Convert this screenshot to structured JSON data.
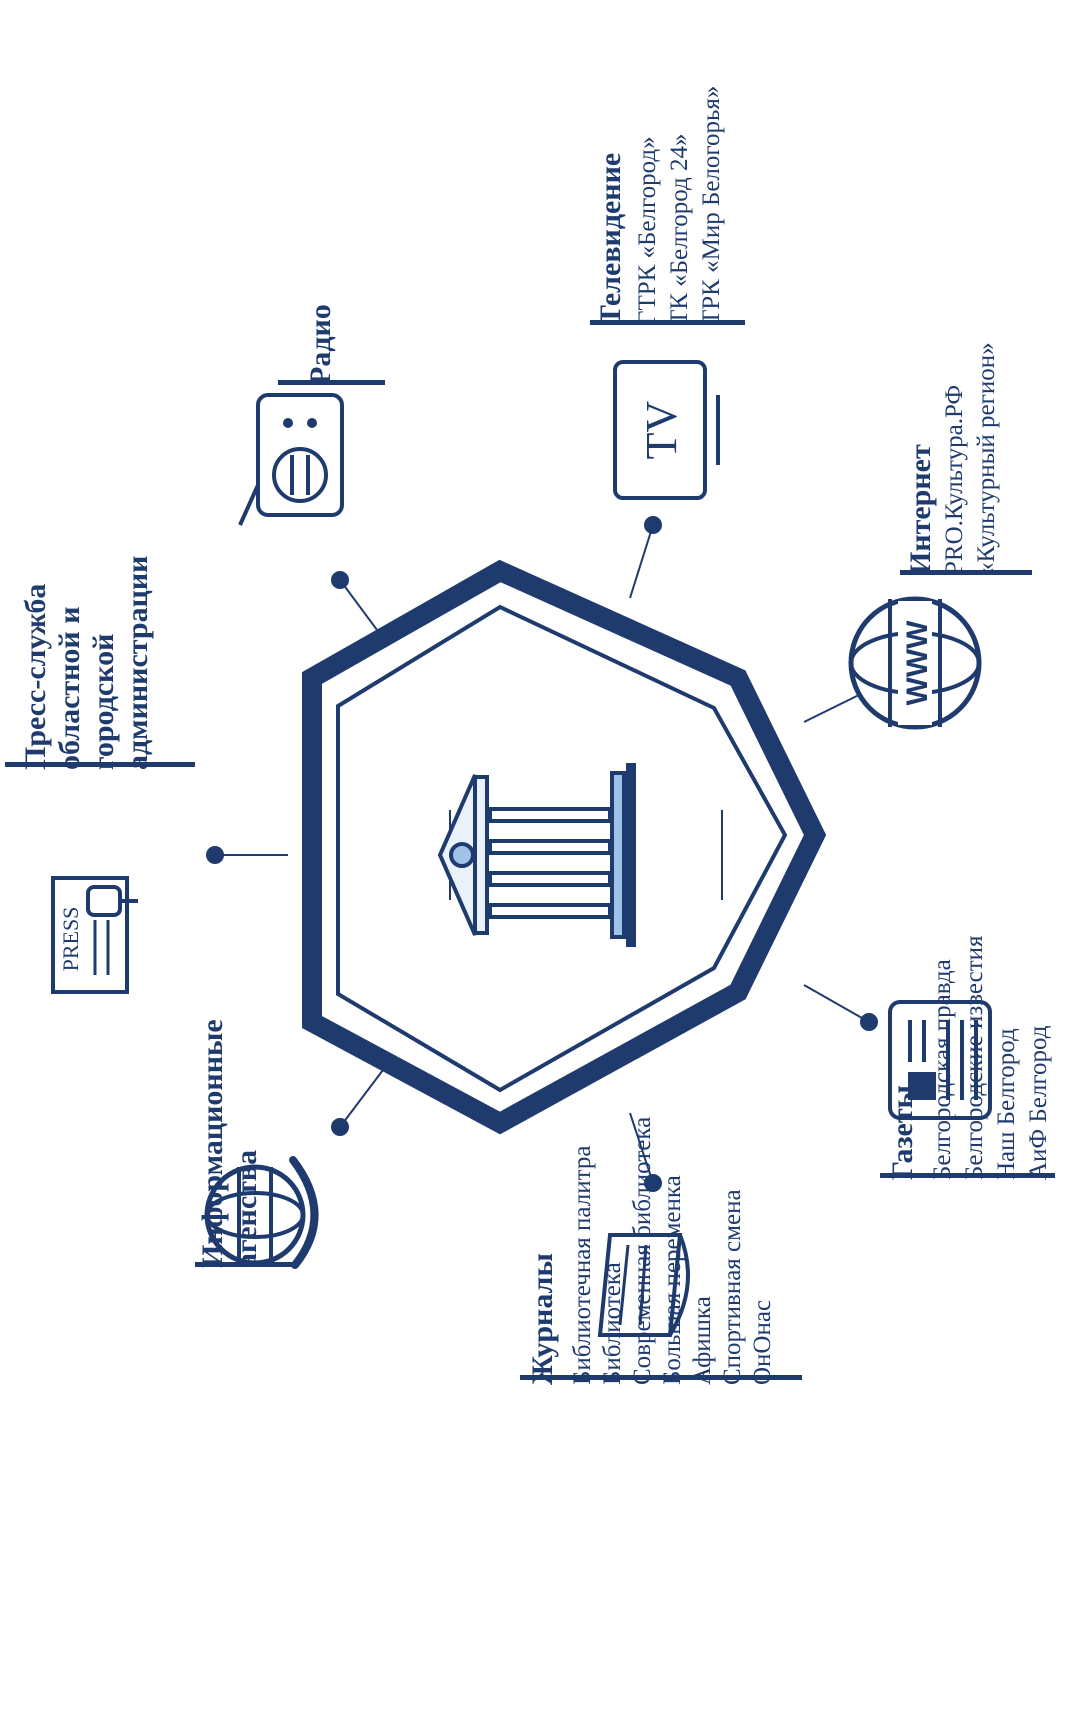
{
  "diagram": {
    "center_icon": "museum-building-icon",
    "colors": {
      "primary": "#1f3b6e",
      "accent": "#9fc3e6",
      "background": "#ffffff"
    },
    "nodes": [
      {
        "id": "press",
        "icon": "press-release-icon",
        "title_lines": [
          "Пресс-служба",
          "областной и",
          "городской",
          "администрации"
        ],
        "items": []
      },
      {
        "id": "radio",
        "icon": "radio-icon",
        "title_lines": [
          "Радио"
        ],
        "items": []
      },
      {
        "id": "tv",
        "icon": "tv-icon",
        "icon_text": "TV",
        "title_lines": [
          "Телевидение"
        ],
        "items": [
          "ГТРК «Белгород»",
          "ТК «Белгород 24»",
          "ТРК «Мир Белогорья»"
        ]
      },
      {
        "id": "internet",
        "icon": "www-globe-icon",
        "icon_text": "WWW",
        "title_lines": [
          "Интернет"
        ],
        "items": [
          "PRO.Культура.РФ",
          "«Культурный регион»"
        ]
      },
      {
        "id": "newspapers",
        "icon": "newspaper-icon",
        "title_lines": [
          "Газеты"
        ],
        "items": [
          "Белгородская правда",
          "Белгородские известия",
          "Наш Белгород",
          "АиФ Белгород"
        ]
      },
      {
        "id": "magazines",
        "icon": "magazine-icon",
        "title_lines": [
          "Журналы"
        ],
        "items": [
          "Библиотечная палитра",
          "Библиотека",
          "Современная библиотека",
          "Большая переменка",
          "Афишка",
          "Спортивная смена",
          "ОнОнас"
        ]
      },
      {
        "id": "agencies",
        "icon": "globe-phone-icon",
        "title_lines": [
          "Информационные",
          "агенства"
        ],
        "items": []
      }
    ]
  }
}
